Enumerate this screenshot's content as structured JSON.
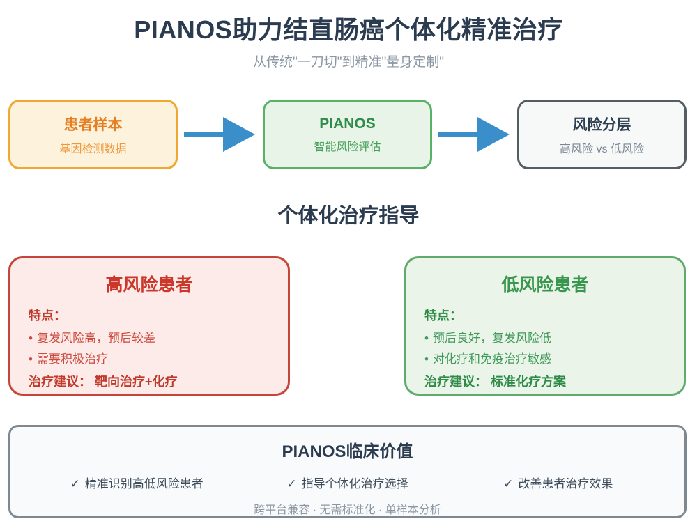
{
  "page": {
    "title": "PIANOS助力结直肠癌个体化精准治疗",
    "subtitle": "从传统\"一刀切\"到精准\"量身定制\""
  },
  "flow": {
    "steps": [
      {
        "title": "患者样本",
        "subtitle": "基因检测数据"
      },
      {
        "title": "PIANOS",
        "subtitle": "智能风险评估"
      },
      {
        "title": "风险分层",
        "subtitle": "高风险 vs 低风险"
      }
    ]
  },
  "guidance": {
    "heading": "个体化治疗指导",
    "cards": [
      {
        "title": "高风险患者",
        "features_label": "特点：",
        "features": [
          "复发风险高，预后较差",
          "需要积极治疗"
        ],
        "recommendation": "治疗建议： 靶向治疗+化疗"
      },
      {
        "title": "低风险患者",
        "features_label": "特点：",
        "features": [
          "预后良好，复发风险低",
          "对化疗和免疫治疗敏感"
        ],
        "recommendation": "治疗建议： 标准化疗方案"
      }
    ]
  },
  "clinical_value": {
    "title": "PIANOS临床价值",
    "items": [
      "精准识别高低风险患者",
      "指导个体化治疗选择",
      "改善患者治疗效果"
    ],
    "tagline": "跨平台兼容 · 无需标准化 · 单样本分析"
  },
  "glyphs": {
    "bullet": "•",
    "check": "✓"
  },
  "colors": {
    "title_text": "#2b3c50",
    "subtitle_text": "#8b97a3",
    "arrow_blue": "#3a8fcb",
    "orange_border": "#f0a832",
    "orange_bg": "#fdf3dd",
    "orange_text": "#e67e22",
    "flow_green_border": "#57b267",
    "flow_green_bg": "#e9f4e8",
    "flow_green_text": "#2e8b4a",
    "gray_border": "#545d62",
    "gray_bg": "#f7f9f9",
    "red_border": "#c6453a",
    "red_bg": "#fcebe8",
    "red_text": "#c0392b",
    "green_border": "#61aa6e",
    "green_bg": "#eaf4e9",
    "green_text": "#2e8b47",
    "value_border": "#7e8890",
    "value_bg": "#f9fafb",
    "value_item_text": "#3e4d5c"
  }
}
